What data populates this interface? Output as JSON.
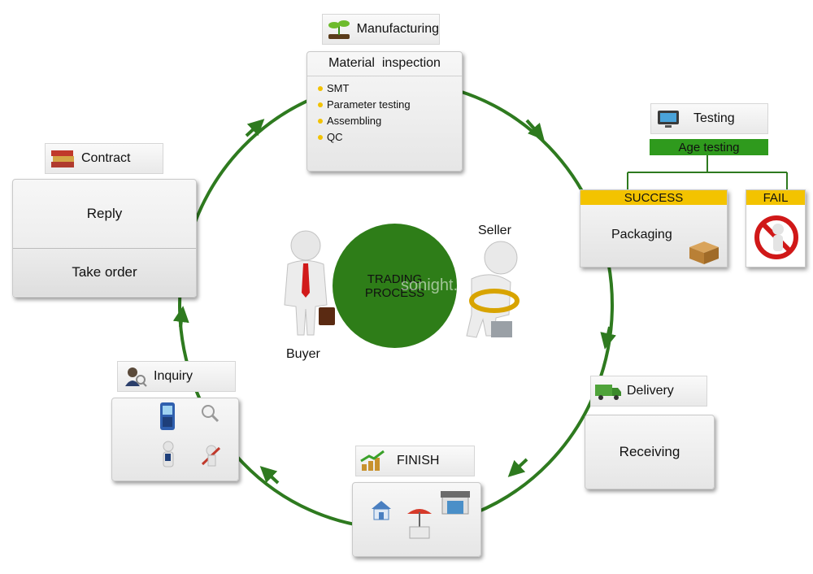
{
  "center": {
    "line1": "TRADING",
    "line2": "PROCESS"
  },
  "buyer_label": "Buyer",
  "seller_label": "Seller",
  "watermark": "sonight.en.alibaba.com",
  "manufacturing": {
    "title": "Manufacturing",
    "box_title": "Material  inspection",
    "items": [
      "SMT",
      "Parameter testing",
      "Assembling",
      "QC"
    ]
  },
  "testing": {
    "title": "Testing",
    "age_testing": "Age testing",
    "success": "SUCCESS",
    "packaging": "Packaging",
    "fail": "FAIL"
  },
  "delivery": {
    "title": "Delivery",
    "box": "Receiving"
  },
  "finish": {
    "title": "FINISH"
  },
  "inquiry": {
    "title": "Inquiry"
  },
  "contract": {
    "title": "Contract",
    "reply": "Reply",
    "take_order": "Take order"
  },
  "colors": {
    "cycle_green": "#2e7a1f",
    "center_green": "#2e7d18",
    "success_yellow": "#f3c300",
    "age_green": "#2f9a1d"
  },
  "icons": [
    "sprout-icon",
    "monitor-icon",
    "truck-icon",
    "growth-chart-icon",
    "person-magnifier-icon",
    "books-icon",
    "phone-icon",
    "magnifier-icon",
    "box-icon",
    "no-sign-icon",
    "house-icon",
    "stall-icon",
    "shop-icon",
    "person-icon",
    "tools-icon"
  ]
}
